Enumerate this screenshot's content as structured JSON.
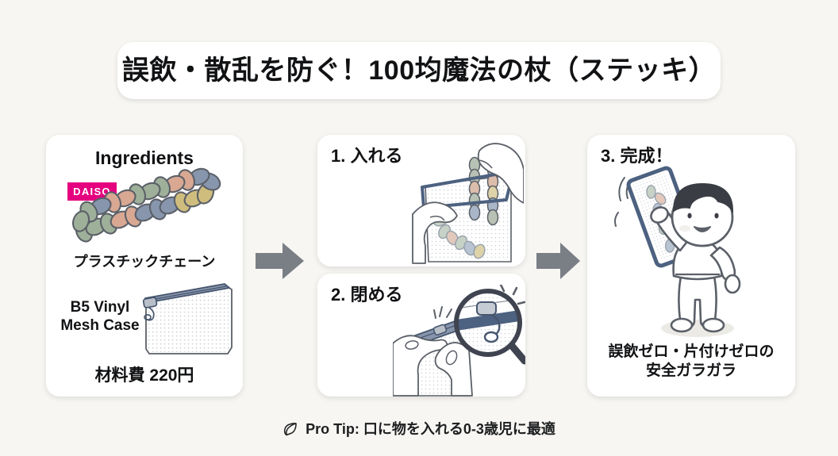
{
  "title": {
    "text": "誤飲・散乱を防ぐ！100均魔法の杖（ステッキ）"
  },
  "colors": {
    "background": "#f7f6f2",
    "card": "#ffffff",
    "text": "#111214",
    "arrow": "#7a7e85",
    "daiso_brand": "#e4007f",
    "ink": "#3f4450",
    "zipper_blue": "#4d6180",
    "chain_green": "#9fb09a",
    "chain_pink": "#d8a893",
    "chain_blue": "#8796ad",
    "chain_yellow": "#cfbd7e",
    "hair": "#3a3d44"
  },
  "ingredients_card": {
    "heading": "Ingredients",
    "brand_logo": "DAISO",
    "item_1_label": "プラスチックチェーン",
    "item_2_label_line1": "B5 Vinyl",
    "item_2_label_line2": "Mesh Case",
    "cost_label": "材料費 220円",
    "chain_illustration_name": "plastic-chain-illustration",
    "case_illustration_name": "b5-vinyl-mesh-case-illustration"
  },
  "steps": [
    {
      "heading": "1. 入れる",
      "illustration_name": "hands-inserting-chain-illustration"
    },
    {
      "heading": "2. 閉める",
      "illustration_name": "hands-closing-zipper-illustration"
    }
  ],
  "result_card": {
    "heading": "3. 完成！",
    "caption_line1": "誤飲ゼロ・片付けゼロの",
    "caption_line2": "安全ガラガラ",
    "illustration_name": "toddler-shaking-rattle-illustration"
  },
  "arrows": {
    "arrow_1_name": "flow-arrow-right",
    "arrow_2_name": "flow-arrow-right"
  },
  "footer": {
    "icon": "leaf-icon",
    "text": "Pro Tip: 口に物を入れる0-3歳児に最適"
  }
}
